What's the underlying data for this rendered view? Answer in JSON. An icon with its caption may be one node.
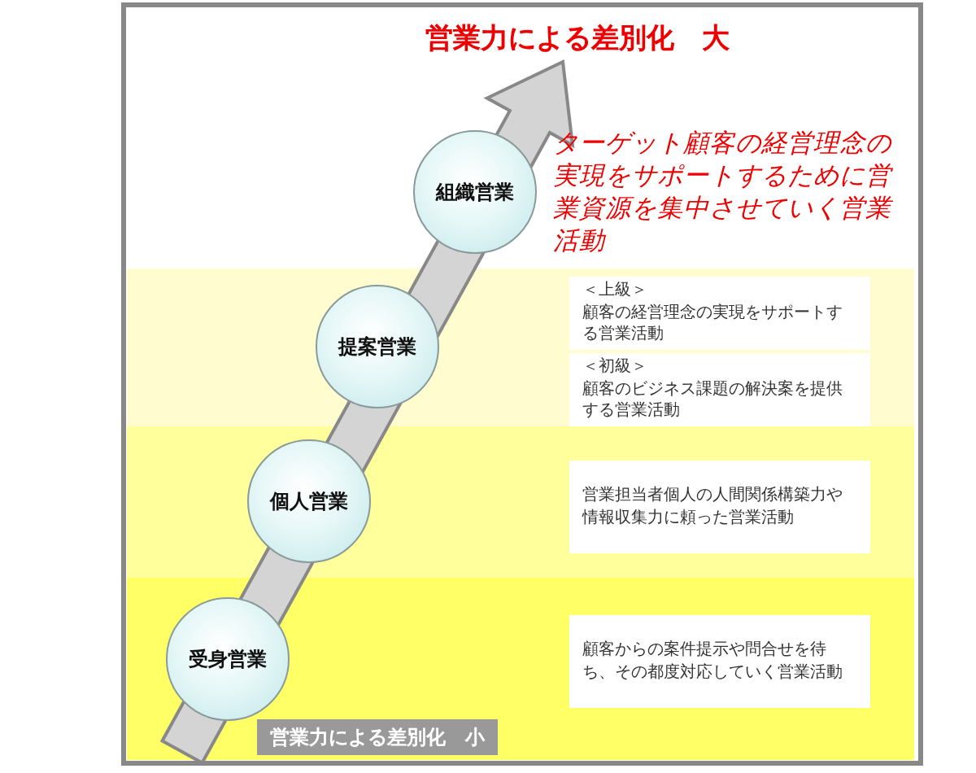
{
  "diagram": {
    "title": "営業力による差別化　大",
    "nodes": [
      {
        "text": [
          "組織営業"
        ]
      },
      {
        "text": [
          "提案営業"
        ]
      },
      {
        "text": [
          "個人営業"
        ]
      },
      {
        "text": [
          "受身営業"
        ]
      },
      {
        "text": [
          "＜上級＞",
          "顧客の経営理念の実現をサポートする営業活動"
        ]
      },
      {
        "text": [
          "＜初級＞",
          "顧客のビジネス課題の解決案を提供する営業活動"
        ]
      },
      {
        "text": [
          "営業担当者個人の人間関係構築力や情報収集力に頼った営業活動"
        ]
      },
      {
        "text": [
          "顧客からの案件提示や問合せを待ち、その都度対応していく営業活動"
        ]
      },
      {
        "text": [
          "営業力による差別化　小"
        ]
      }
    ],
    "labels": [
      "ターゲット顧客の経営理念の実現をサポートするために営業資源を集中させていく営業活動"
    ]
  }
}
